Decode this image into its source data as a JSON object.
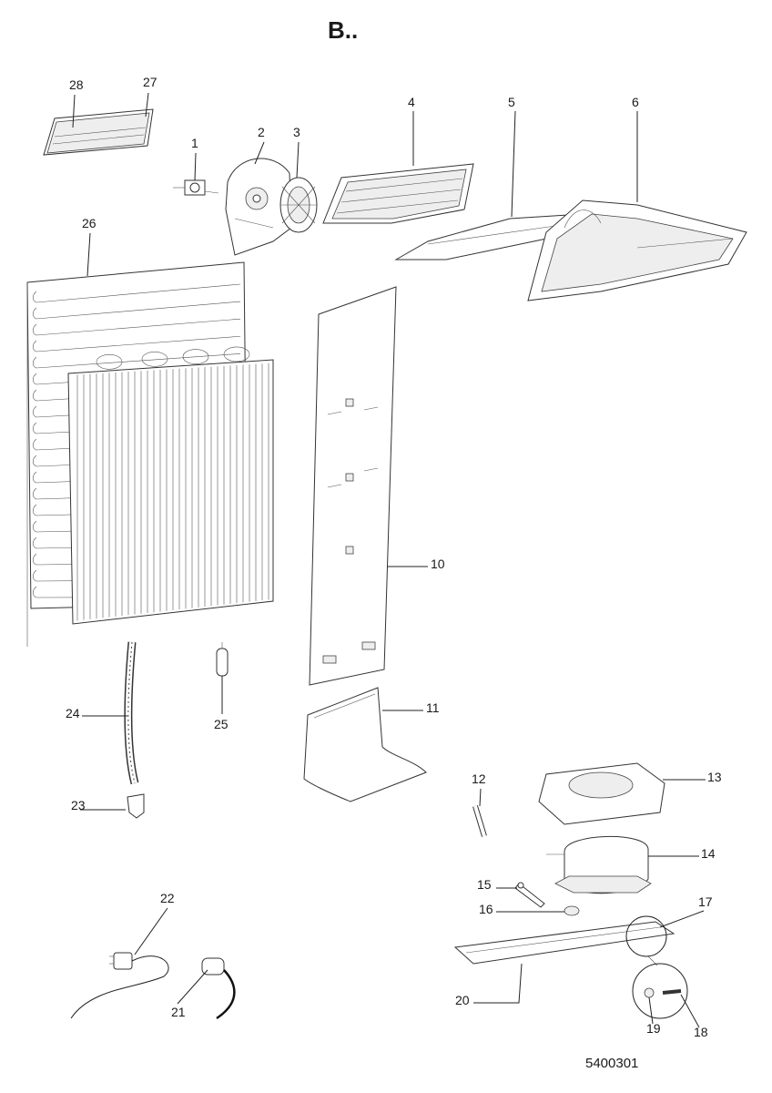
{
  "title": "B..",
  "document_number": "5400301",
  "callouts": [
    {
      "id": "p1",
      "text": "1"
    },
    {
      "id": "p2",
      "text": "2"
    },
    {
      "id": "p3",
      "text": "3"
    },
    {
      "id": "p4",
      "text": "4"
    },
    {
      "id": "p5",
      "text": "5"
    },
    {
      "id": "p6",
      "text": "6"
    },
    {
      "id": "p10",
      "text": "10"
    },
    {
      "id": "p11",
      "text": "11"
    },
    {
      "id": "p12",
      "text": "12"
    },
    {
      "id": "p13",
      "text": "13"
    },
    {
      "id": "p14",
      "text": "14"
    },
    {
      "id": "p15",
      "text": "15"
    },
    {
      "id": "p16",
      "text": "16"
    },
    {
      "id": "p17",
      "text": "17"
    },
    {
      "id": "p18",
      "text": "18"
    },
    {
      "id": "p19",
      "text": "19"
    },
    {
      "id": "p20",
      "text": "20"
    },
    {
      "id": "p21",
      "text": "21"
    },
    {
      "id": "p22",
      "text": "22"
    },
    {
      "id": "p23",
      "text": "23"
    },
    {
      "id": "p24",
      "text": "24"
    },
    {
      "id": "p25",
      "text": "25"
    },
    {
      "id": "p26",
      "text": "26"
    },
    {
      "id": "p27",
      "text": "27"
    },
    {
      "id": "p28",
      "text": "28"
    }
  ]
}
